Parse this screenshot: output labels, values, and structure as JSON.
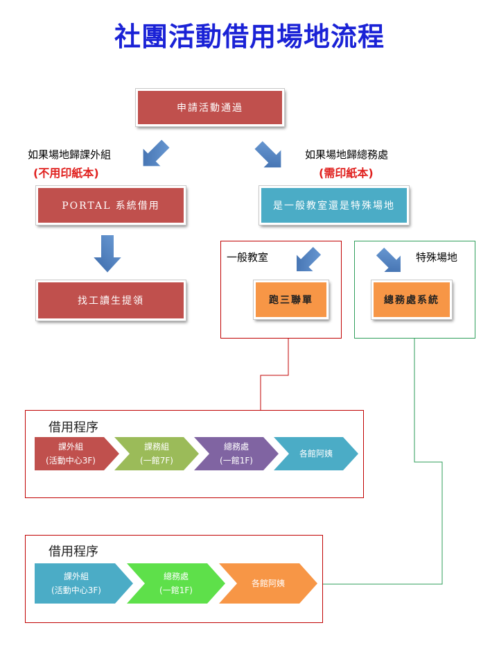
{
  "title": "社團活動借用場地流程",
  "top_box": "申請活動通過",
  "left_branch": {
    "condition": "如果場地歸課外組",
    "note": "(不用印紙本)"
  },
  "right_branch": {
    "condition": "如果場地歸總務處",
    "note": "(需印紙本)"
  },
  "portal_box": "PORTAL 系統借用",
  "find_student_box": "找工讀生提領",
  "classroom_question_box": "是一般教室還是特殊場地",
  "general_room": {
    "label": "一般教室",
    "box": "跑三聯單"
  },
  "special_room": {
    "label": "特殊場地",
    "box": "總務處系統"
  },
  "process1": {
    "title": "借用程序",
    "steps": [
      {
        "line1": "課外組",
        "line2": "(活動中心3F)",
        "color": "#c0504d"
      },
      {
        "line1": "課務組",
        "line2": "(一館7F)",
        "color": "#9bbb59"
      },
      {
        "line1": "總務處",
        "line2": "(一館1F)",
        "color": "#8064a2"
      },
      {
        "line1": "各館阿姨",
        "line2": "",
        "color": "#4bacc6"
      }
    ]
  },
  "process2": {
    "title": "借用程序",
    "steps": [
      {
        "line1": "課外組",
        "line2": "(活動中心3F)",
        "color": "#4bacc6"
      },
      {
        "line1": "總務處",
        "line2": "(一館1F)",
        "color": "#5ee04a"
      },
      {
        "line1": "各館阿姨",
        "line2": "",
        "color": "#f79646"
      }
    ]
  },
  "colors": {
    "title": "#1a22d6",
    "arrow": "#4f81bd",
    "red_frame": "#c00000",
    "green_frame": "#2e9e5a"
  }
}
